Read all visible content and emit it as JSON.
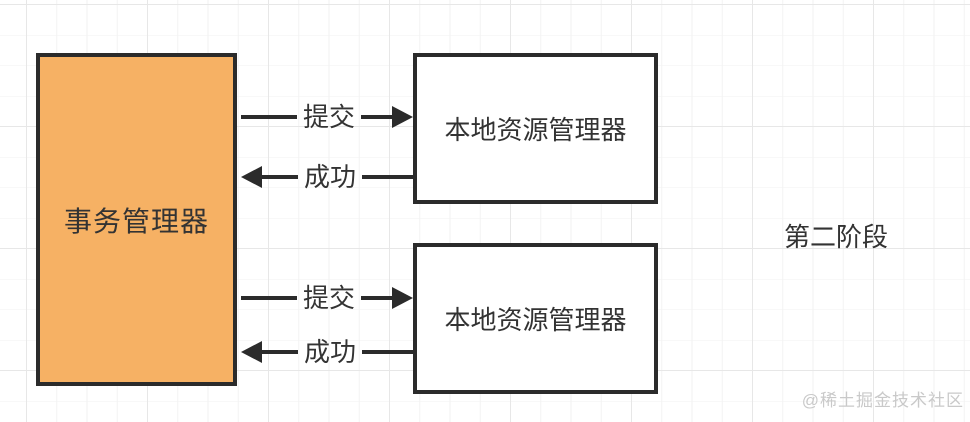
{
  "diagram": {
    "nodes": {
      "transaction_manager": {
        "label": "事务管理器",
        "fill": "#f6b164",
        "border": "#2b2b2b"
      },
      "local_resource_manager_top": {
        "label": "本地资源管理器",
        "fill": "#ffffff",
        "border": "#2b2b2b"
      },
      "local_resource_manager_bottom": {
        "label": "本地资源管理器",
        "fill": "#ffffff",
        "border": "#2b2b2b"
      }
    },
    "edges": {
      "commit_top": {
        "label": "提交",
        "direction": "right",
        "from": "transaction_manager",
        "to": "local_resource_manager_top"
      },
      "success_top": {
        "label": "成功",
        "direction": "left",
        "from": "local_resource_manager_top",
        "to": "transaction_manager"
      },
      "commit_bottom": {
        "label": "提交",
        "direction": "right",
        "from": "transaction_manager",
        "to": "local_resource_manager_bottom"
      },
      "success_bottom": {
        "label": "成功",
        "direction": "left",
        "from": "local_resource_manager_bottom",
        "to": "transaction_manager"
      }
    },
    "annotations": {
      "phase_label": "第二阶段",
      "watermark": "@稀土掘金技术社区"
    },
    "colors": {
      "node_fill_orange": "#f6b164",
      "stroke": "#2b2b2b",
      "text": "#333333",
      "grid_minor": "#f2f2f2",
      "grid_major": "#e7e7e7",
      "watermark": "#c9c9c9"
    }
  }
}
